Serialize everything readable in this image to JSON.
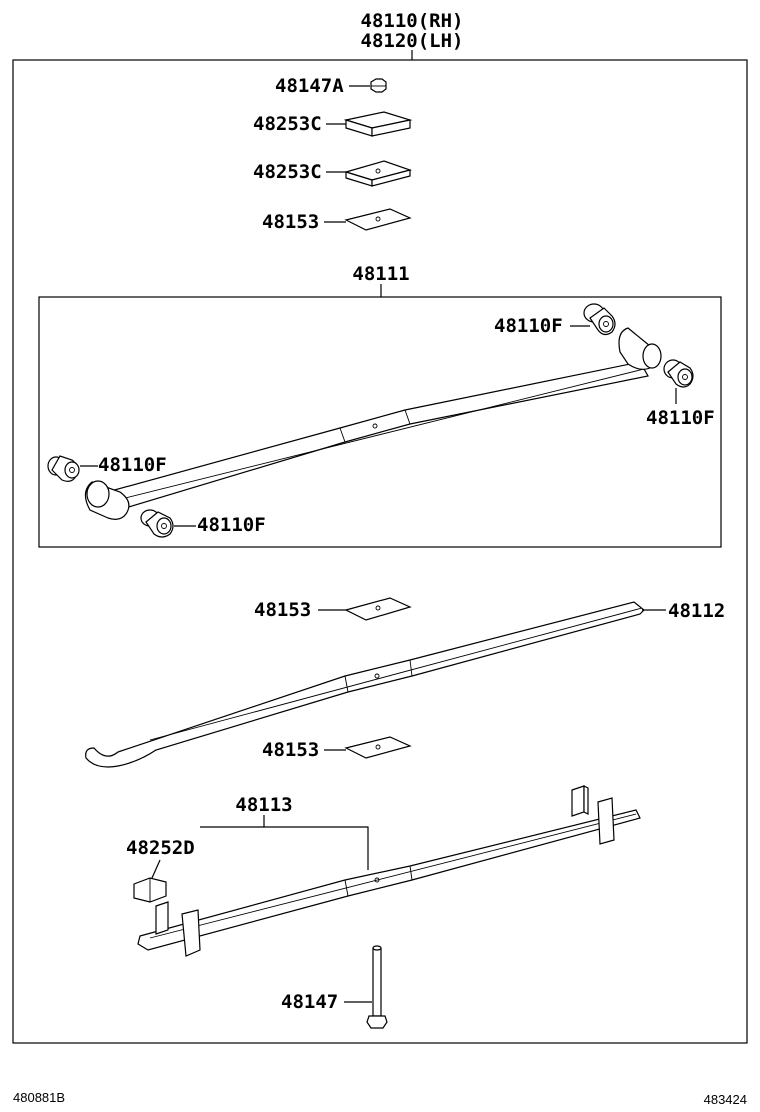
{
  "labels": {
    "assembly_rh": "48110(RH)",
    "assembly_lh": "48120(LH)",
    "nut": "48147A",
    "spacer_1": "48253C",
    "spacer_2": "48253C",
    "insulator_top": "48153",
    "leaf_no1": "48111",
    "bushing_top_right": "48110F",
    "bushing_far_right": "48110F",
    "bushing_left": "48110F",
    "bushing_bottom_left": "48110F",
    "insulator_mid": "48153",
    "leaf_no2": "48112",
    "insulator_low": "48153",
    "leaf_no3": "48113",
    "clip": "48252D",
    "bolt": "48147"
  },
  "footer": {
    "left_code": "480881B",
    "right_code": "483424"
  }
}
